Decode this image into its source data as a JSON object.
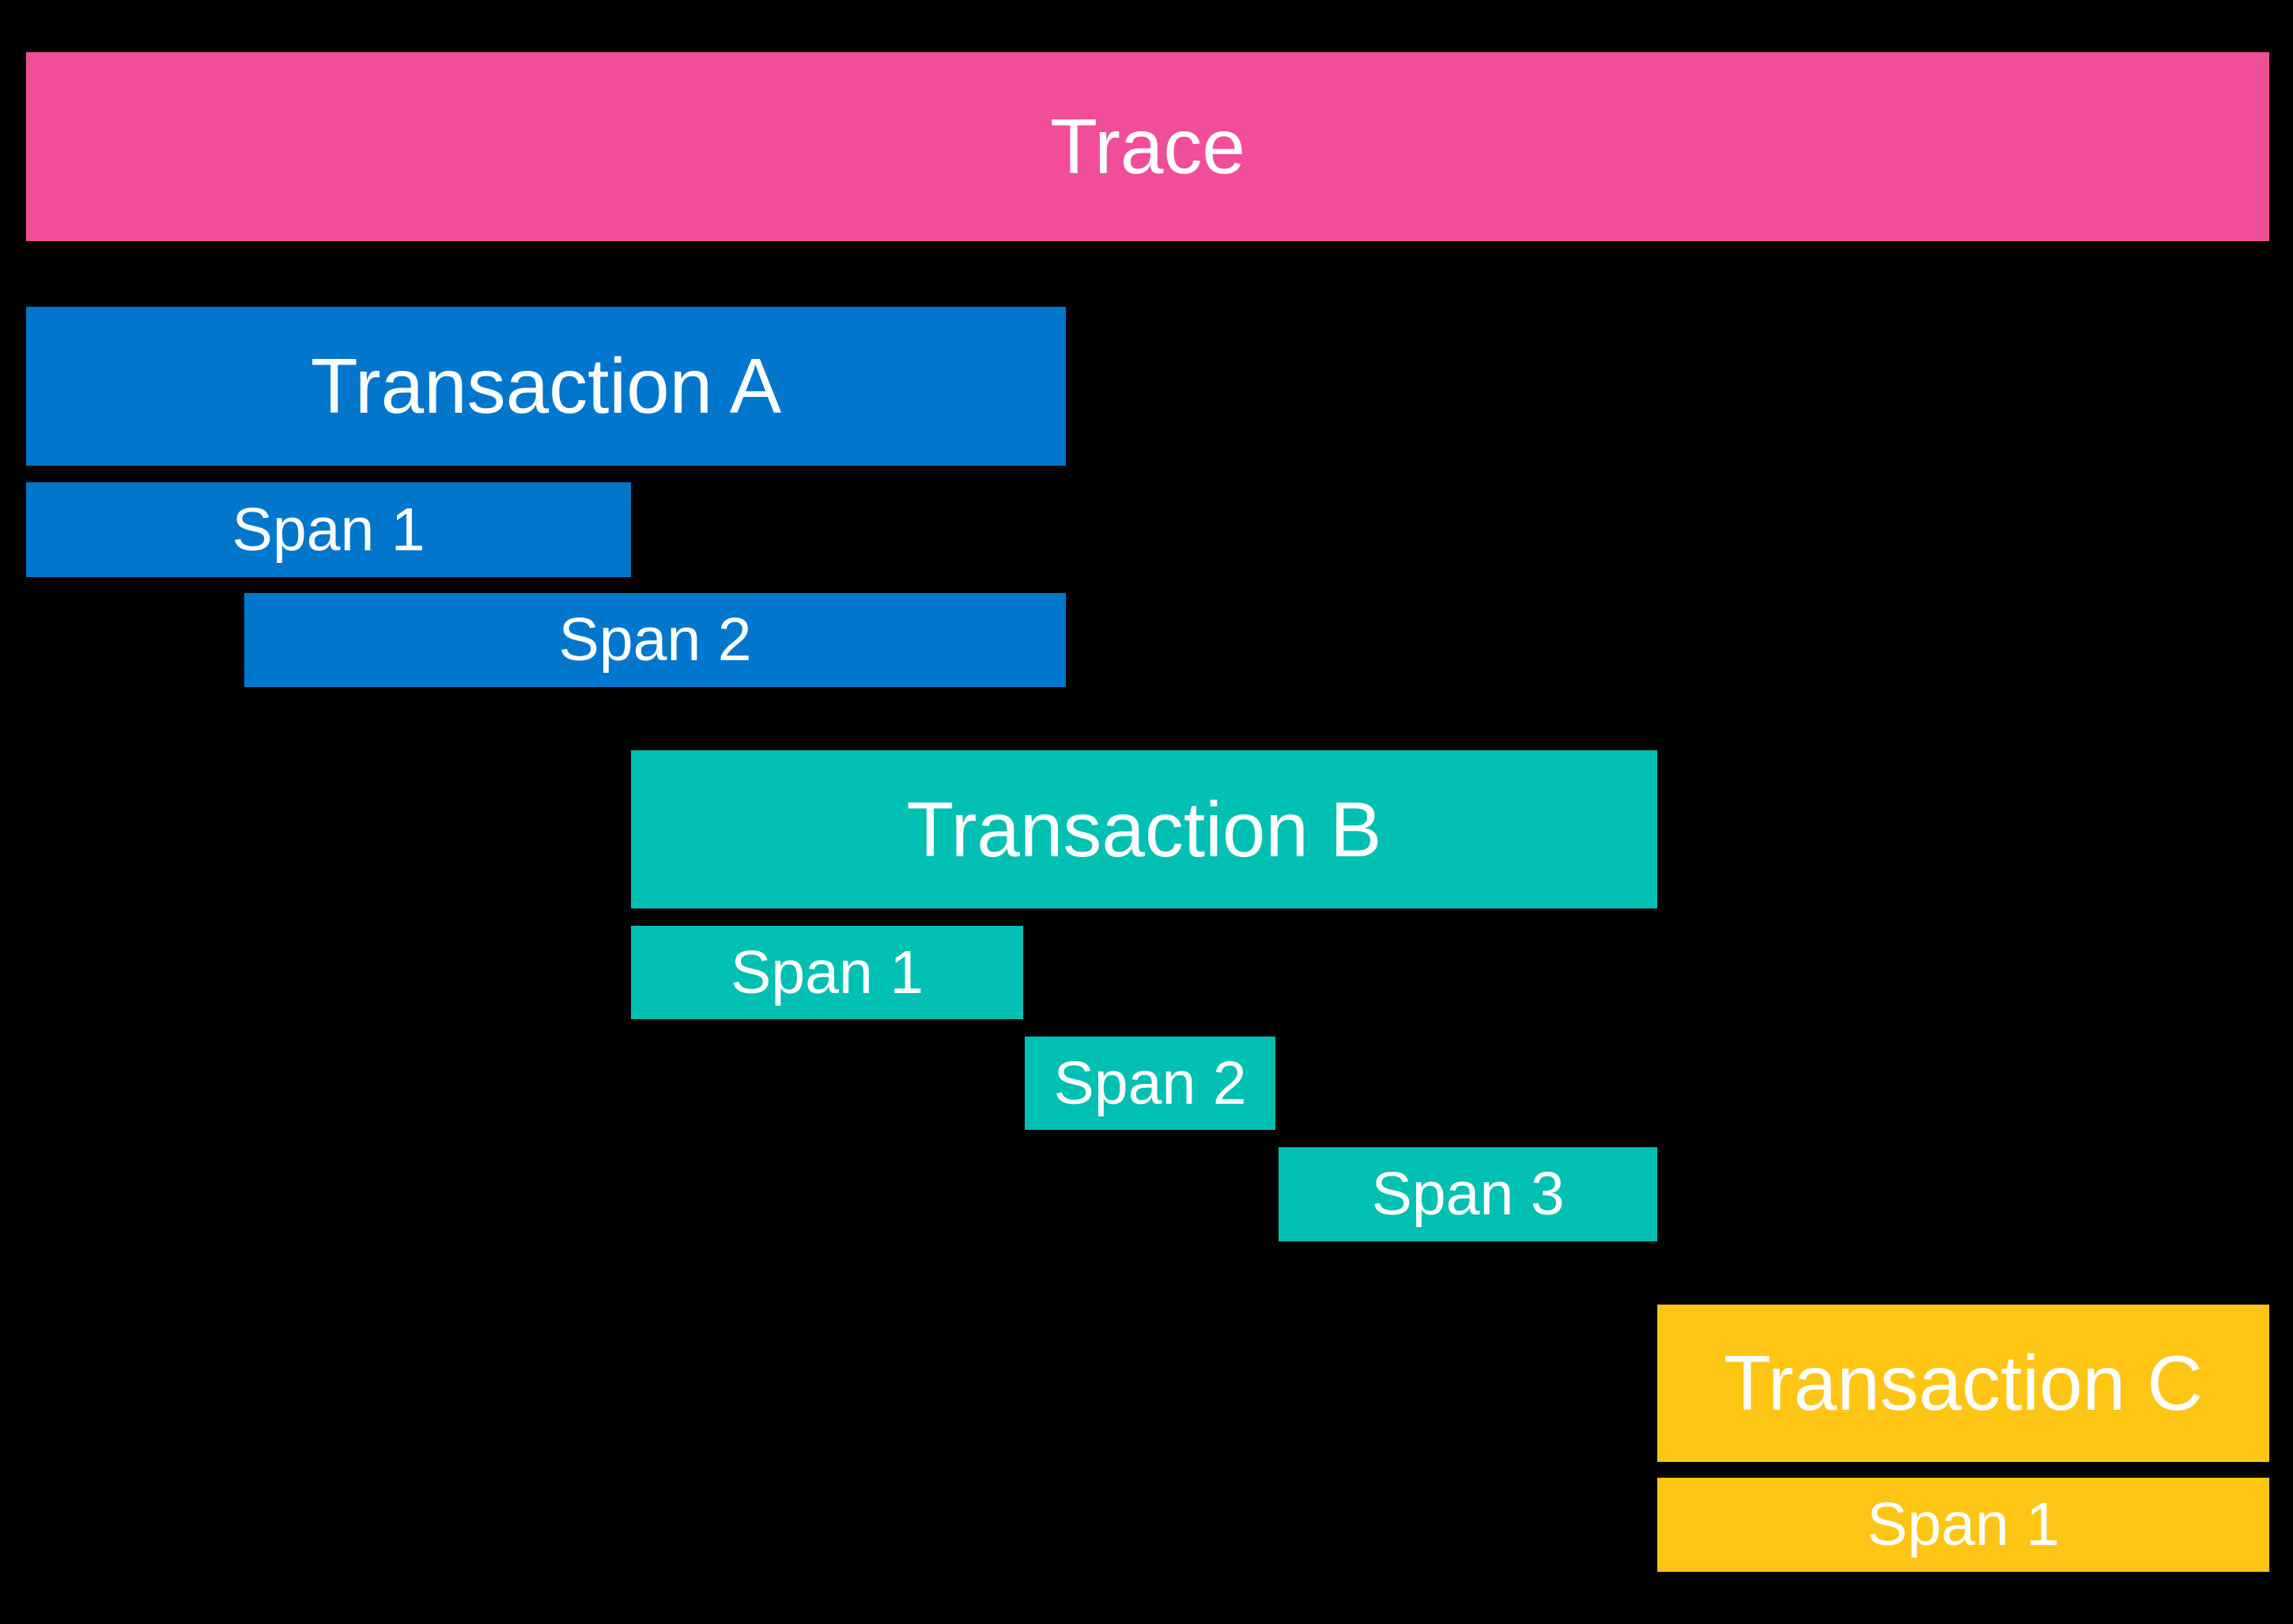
{
  "colors": {
    "background": "#000000",
    "text": "#ffffff",
    "trace": "#f04e98",
    "transaction_a": "#0077cc",
    "transaction_b": "#00bfb3",
    "transaction_c": "#fec514"
  },
  "trace": {
    "label": "Trace"
  },
  "transaction_a": {
    "label": "Transaction A",
    "spans": [
      {
        "label": "Span 1"
      },
      {
        "label": "Span 2"
      }
    ]
  },
  "transaction_b": {
    "label": "Transaction B",
    "spans": [
      {
        "label": "Span 1"
      },
      {
        "label": "Span 2"
      },
      {
        "label": "Span 3"
      }
    ]
  },
  "transaction_c": {
    "label": "Transaction C",
    "spans": [
      {
        "label": "Span 1"
      }
    ]
  }
}
